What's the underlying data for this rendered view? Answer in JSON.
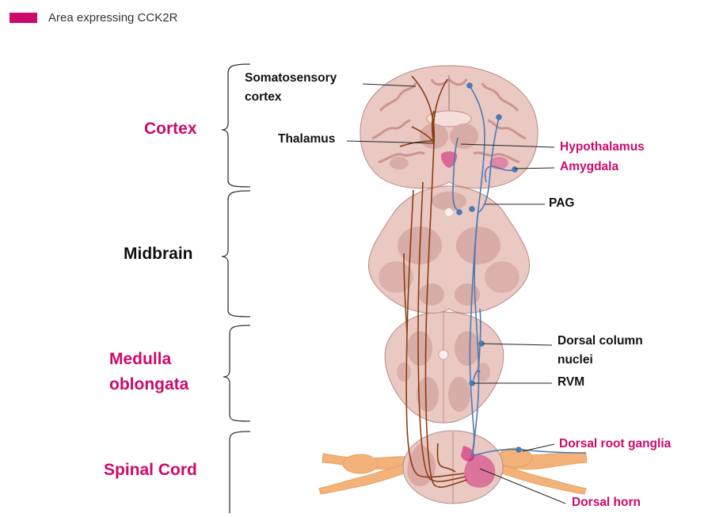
{
  "colors": {
    "accent": "#cc0a6b",
    "text": "#111111",
    "ascending": "#8a3c12",
    "descending": "#4a7ab5",
    "tissue": "#eac9c3",
    "tissue_dark": "#c98a86",
    "ganglia": "#f2b27a"
  },
  "legend": {
    "label": "Area expressing CCK2R"
  },
  "regions": {
    "cortex": "Cortex",
    "midbrain": "Midbrain",
    "medulla_line1": "Medulla",
    "medulla_line2": "oblongata",
    "spinal_cord": "Spinal Cord"
  },
  "labels": {
    "somatosensory_line1": "Somatosensory",
    "somatosensory_line2": "cortex",
    "thalamus": "Thalamus",
    "hypothalamus": "Hypothalamus",
    "amygdala": "Amygdala",
    "pag": "PAG",
    "dorsal_column_line1": "Dorsal column",
    "dorsal_column_line2": "nuclei",
    "rvm": "RVM",
    "dorsal_root_ganglia": "Dorsal root ganglia",
    "dorsal_horn": "Dorsal horn"
  }
}
